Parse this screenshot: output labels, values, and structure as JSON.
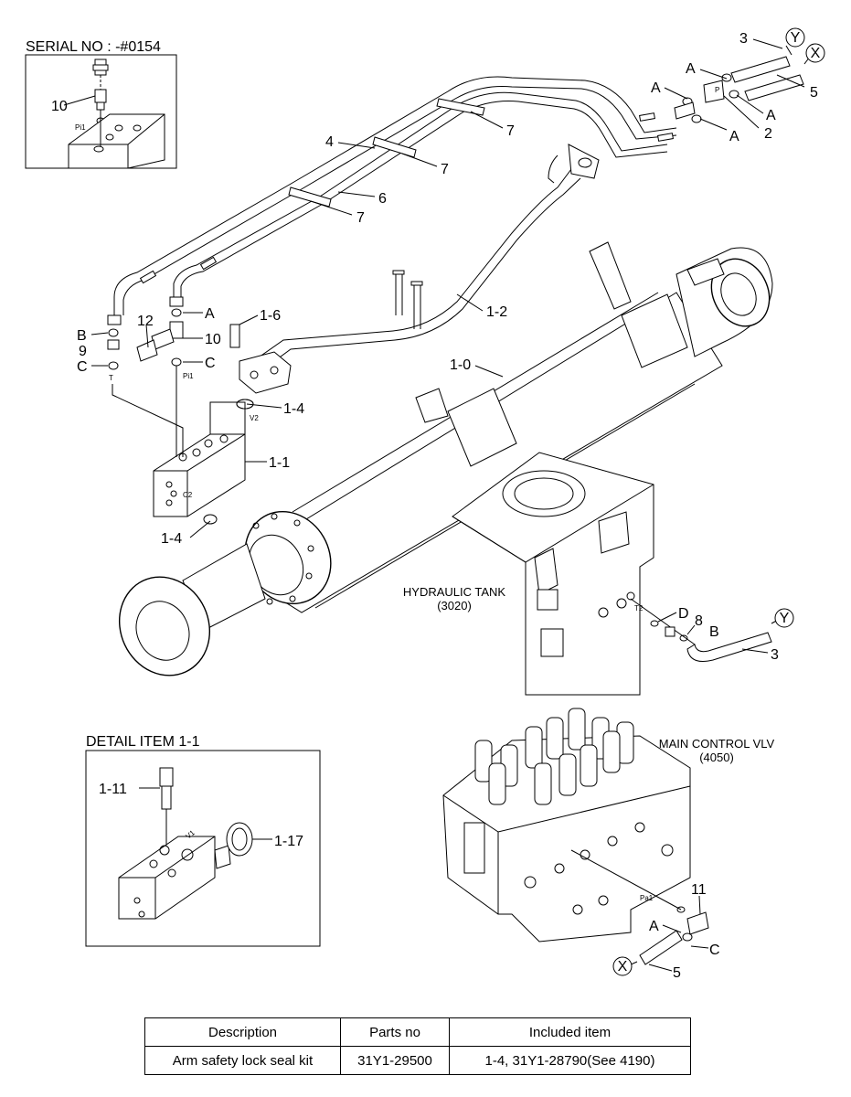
{
  "serial_box": {
    "title": "SERIAL NO : -#0154",
    "callout": "10",
    "port": "Pi1"
  },
  "detail_box": {
    "title": "DETAIL ITEM 1-1",
    "callouts": [
      "1-11",
      "1-17"
    ],
    "port": "V1"
  },
  "components": {
    "hydraulic_tank": {
      "name": "HYDRAULIC TANK",
      "code": "(3020)",
      "port": "T2"
    },
    "main_control_valve": {
      "name": "MAIN CONTROL VLV",
      "code": "(4050)",
      "port": "Pa1"
    }
  },
  "callouts": {
    "c3_top": "3",
    "c5_top": "5",
    "c2": "2",
    "c4": "4",
    "c6": "6",
    "c7_a": "7",
    "c7_b": "7",
    "c7_c": "7",
    "a1": "A",
    "a2": "A",
    "a3": "A",
    "a4": "A",
    "c1_2": "1-2",
    "c1_0": "1-0",
    "c1_6": "1-6",
    "c1_4a": "1-4",
    "c1_4b": "1-4",
    "c1_1": "1-1",
    "c12": "12",
    "c10": "10",
    "a_mid": "A",
    "c_mid": "C",
    "b_left": "B",
    "c9": "9",
    "c_left": "C",
    "d_tank": "D",
    "c8": "8",
    "b_tank": "B",
    "c3_tank": "3",
    "c11": "11",
    "a_mcv": "A",
    "c_mcv": "C",
    "c5_mcv": "5",
    "port_t": "T",
    "port_pi1": "Pi1",
    "port_v2": "V2",
    "port_c2": "C2",
    "port_p": "P"
  },
  "circles": {
    "y": "Y",
    "x": "X"
  },
  "table": {
    "headers": [
      "Description",
      "Parts no",
      "Included item"
    ],
    "rows": [
      [
        "Arm safety lock seal kit",
        "31Y1-29500",
        "1-4, 31Y1-28790(See 4190)"
      ]
    ]
  }
}
